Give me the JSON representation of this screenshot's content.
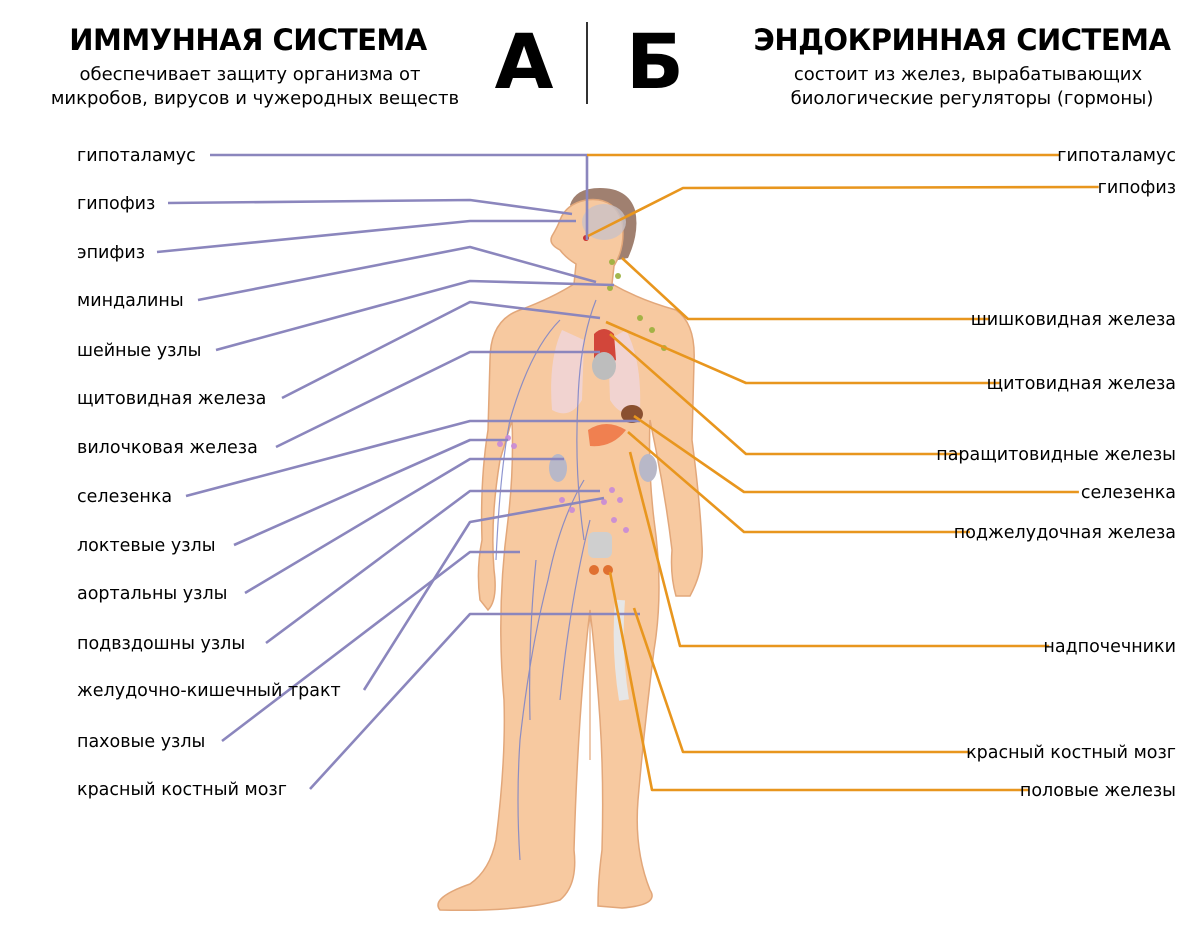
{
  "immune": {
    "title": "ИММУННАЯ СИСТЕМА",
    "subtitle_line1": "обеспечивает защиту организма от",
    "subtitle_line2": "микробов, вирусов и чужеродных веществ",
    "letter": "А",
    "labels": [
      "гипоталамус",
      "гипофиз",
      "эпифиз",
      "миндалины",
      "шейные узлы",
      "щитовидная железа",
      "вилочковая железа",
      "селезенка",
      "локтевые узлы",
      "аортальны узлы",
      "подвздошны узлы",
      "желудочно-кишечный тракт",
      "паховые узлы",
      "красный костный мозг"
    ]
  },
  "endocrine": {
    "title": "ЭНДОКРИННАЯ СИСТЕМА",
    "subtitle_line1": "состоит из желез, вырабатывающих",
    "subtitle_line2": "биологические регуляторы (гормоны)",
    "letter": "Б",
    "labels": [
      "гипоталамус",
      "гипофиз",
      "шишковидная железа",
      "щитовидная железа",
      "паращитовидные железы",
      "селезенка",
      "поджелудочная железа",
      "надпочечники",
      "красный костный мозг",
      "половые железы"
    ]
  },
  "colors": {
    "immune_line": "#8b86bd",
    "endocrine_line": "#e8961e",
    "skin": "#f7c9a0",
    "skin_edge": "#e2a77a"
  }
}
